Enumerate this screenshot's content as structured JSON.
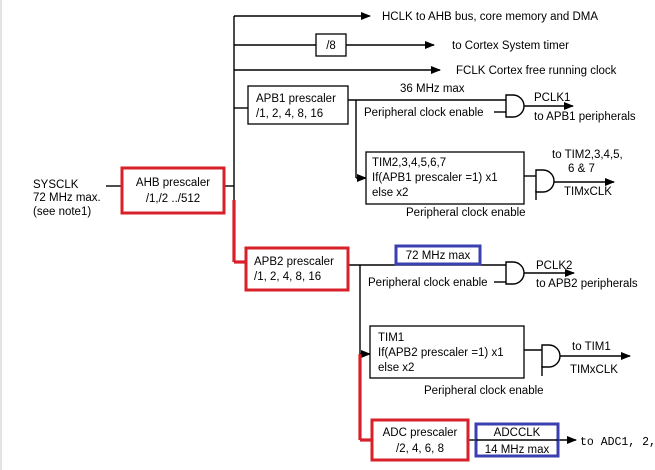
{
  "colors": {
    "highlight_red": "#d8202a",
    "highlight_blue": "#3b3fb0",
    "line": "#000000"
  },
  "input": {
    "line1": "SYSCLK",
    "line2": "72 MHz max.",
    "line3": "(see note1)"
  },
  "ahb": {
    "line1": "AHB prescaler",
    "line2": "/1,/2 ../512"
  },
  "top": {
    "hclk": "HCLK to AHB bus, core memory and DMA",
    "div8": "/8",
    "systick": "to Cortex System timer",
    "fclk": "FCLK Cortex free running clock"
  },
  "apb1": {
    "line1": "APB1 prescaler",
    "line2": "/1, 2, 4, 8, 16",
    "max": "36 MHz max",
    "enable": "Peripheral clock enable",
    "pclk": "PCLK1",
    "dest": "to APB1 peripherals",
    "tim_line1": "TIM2,3,4,5,6,7",
    "tim_line2": "If(APB1 prescaler =1) x1",
    "tim_line3": "else x2",
    "tim_dest1": "to TIM2,3,4,5,",
    "tim_dest2": "6 & 7",
    "timxclk": "TIMxCLK",
    "tim_enable": "Peripheral clock enable"
  },
  "apb2": {
    "line1": "APB2 prescaler",
    "line2": "/1, 2, 4, 8, 16",
    "max": "72 MHz max",
    "enable": "Peripheral clock enable",
    "pclk": "PCLK2",
    "dest": "to APB2 peripherals",
    "tim_line1": "TIM1",
    "tim_line2": "If(APB2 prescaler =1) x1",
    "tim_line3": "else x2",
    "tim_dest": "to TIM1",
    "timxclk": "TIMxCLK",
    "tim_enable": "Peripheral clock enable"
  },
  "adc": {
    "line1": "ADC prescaler",
    "line2": "/2, 4, 6, 8",
    "clk": "ADCCLK",
    "max": "14 MHz max",
    "dest": "to ADC1, 2,"
  }
}
